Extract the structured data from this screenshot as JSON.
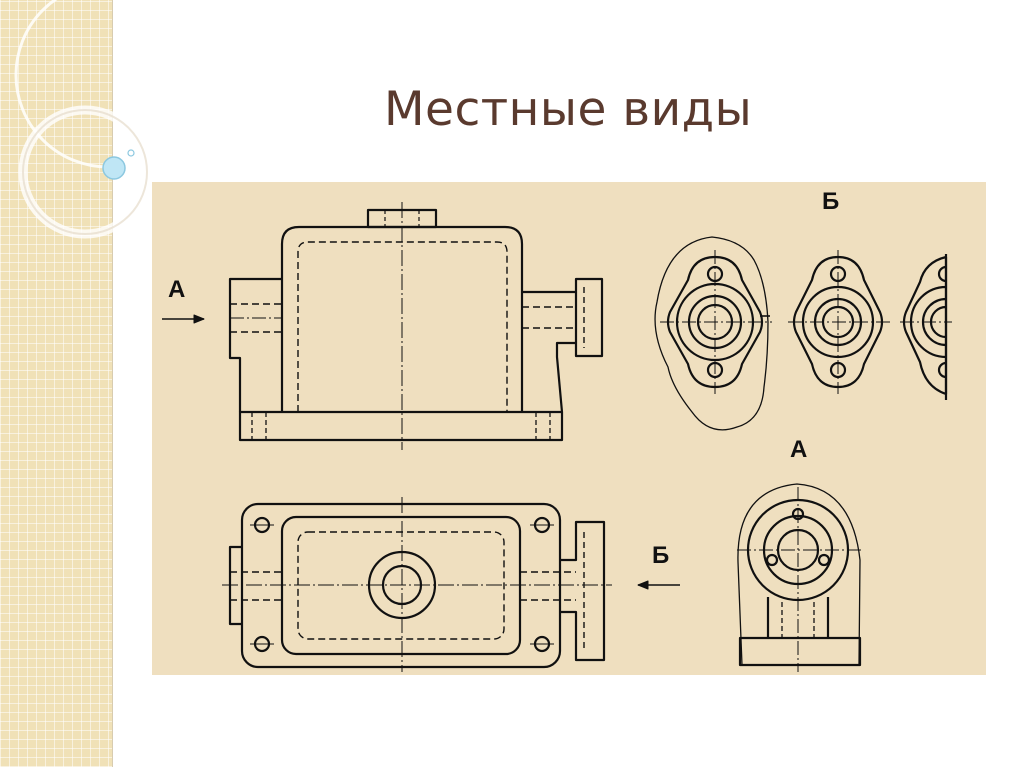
{
  "slide": {
    "title": "Местные виды"
  },
  "drawing": {
    "labels": {
      "view_a_front": "А",
      "view_b_top": "Б",
      "view_b_local": "Б",
      "view_a_local": "А"
    }
  },
  "colors": {
    "background": "#ffffff",
    "side_band": "#f0e1b7",
    "title": "#5a3a2e",
    "drawing_background": "#efdfbf",
    "line": "#111111",
    "accent_bubble": "#9fd3ea"
  },
  "icons": {
    "decoration": "ring-decoration-icon",
    "bubble": "bubble-icon",
    "arrow": "arrow-right-icon"
  }
}
